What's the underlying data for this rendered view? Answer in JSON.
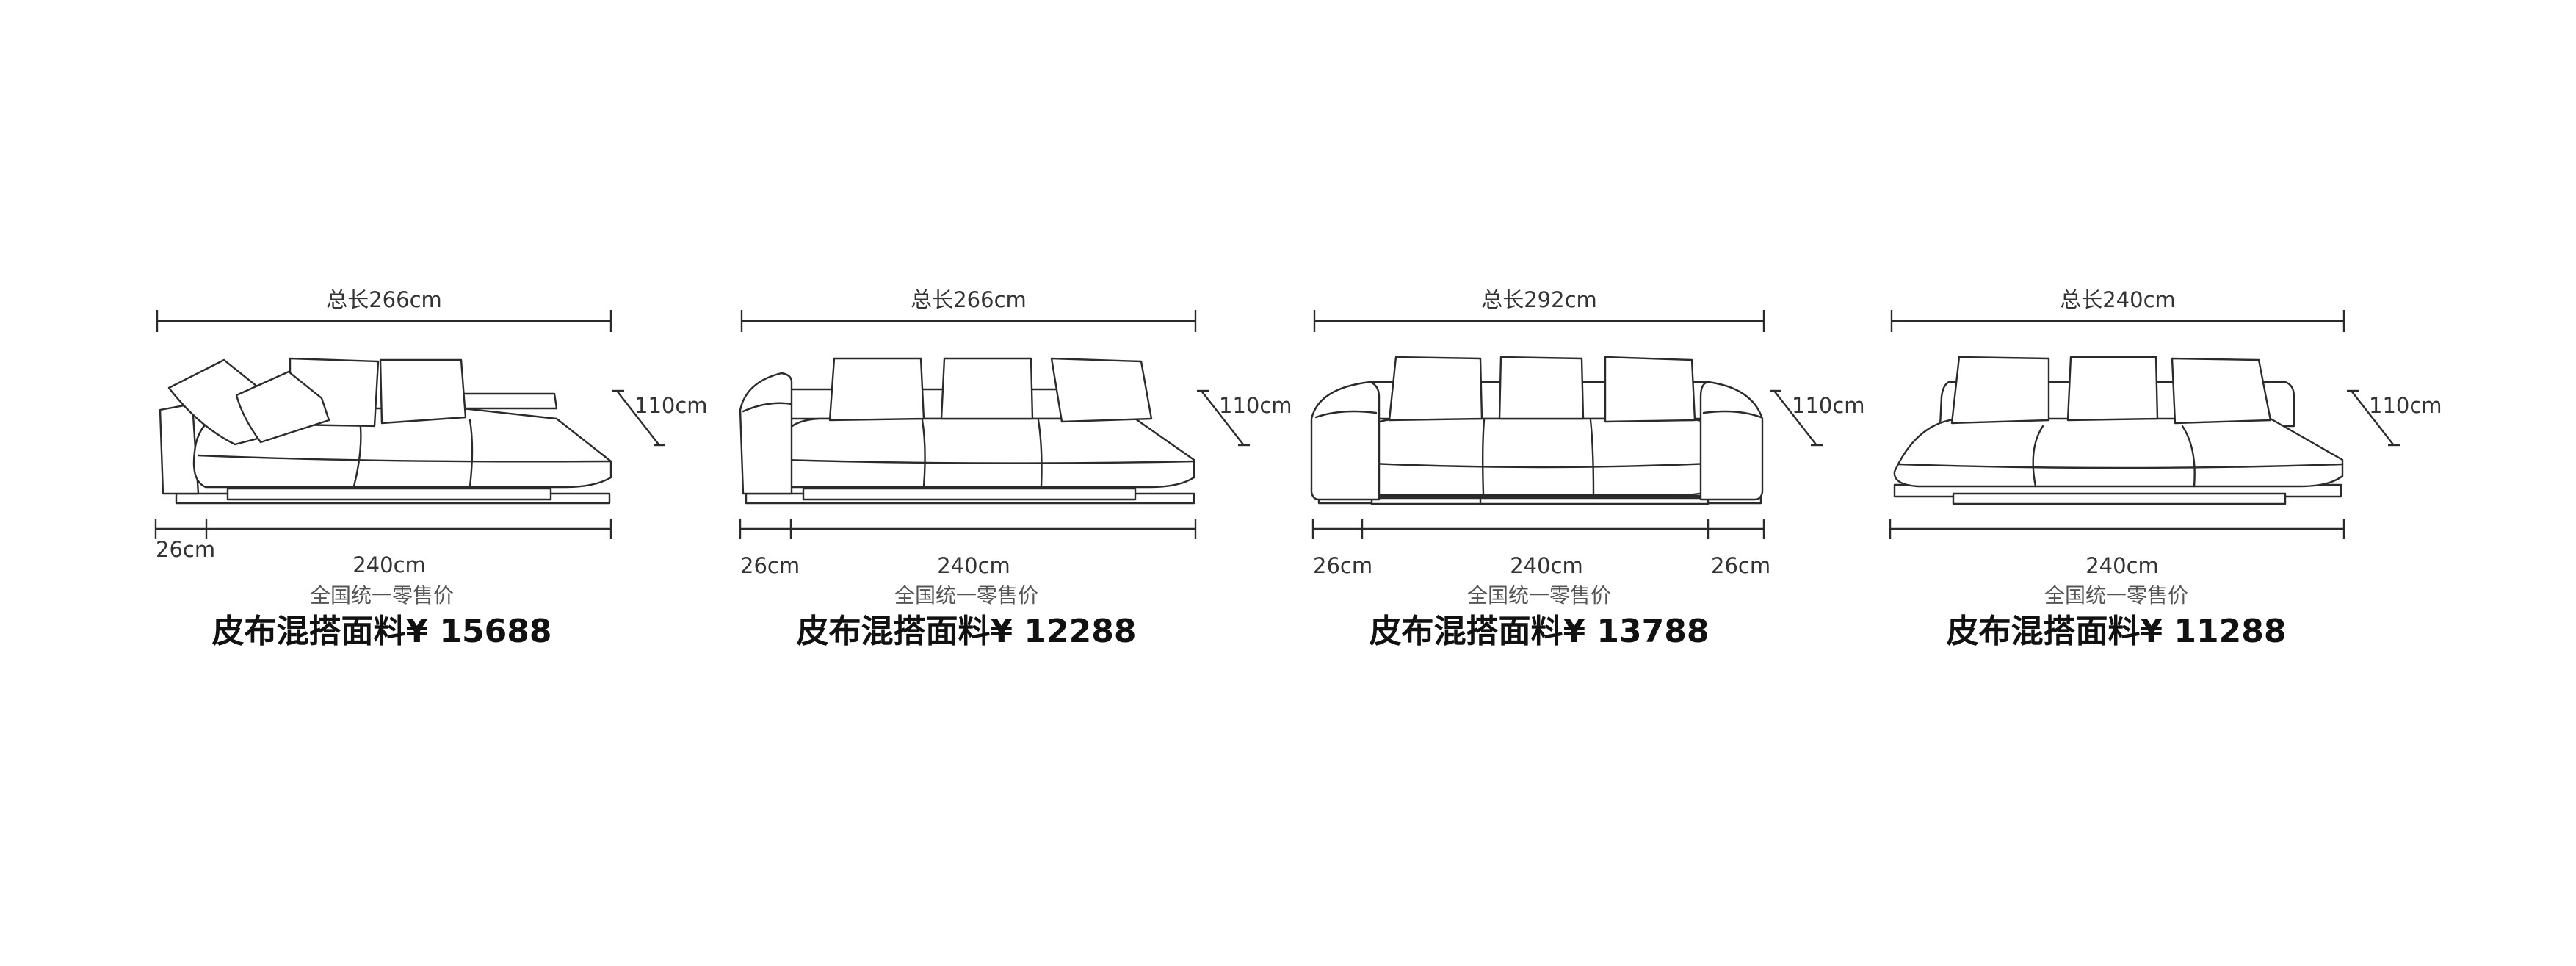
{
  "products": [
    {
      "total_length": "总长266cm",
      "height": "110cm",
      "seat_width": "240cm",
      "left_arm": "26cm",
      "right_arm": "",
      "price_note": "全国统一零售价",
      "price": "皮布混搭面料¥ 15688"
    },
    {
      "total_length": "总长266cm",
      "height": "110cm",
      "seat_width": "240cm",
      "left_arm": "26cm",
      "right_arm": "",
      "price_note": "全国统一零售价",
      "price": "皮布混搭面料¥ 12288"
    },
    {
      "total_length": "总长292cm",
      "height": "110cm",
      "seat_width": "240cm",
      "left_arm": "26cm",
      "right_arm": "26cm",
      "price_note": "全国统一零售价",
      "price": "皮布混搭面料¥ 13788"
    },
    {
      "total_length": "总长240cm",
      "height": "110cm",
      "seat_width": "240cm",
      "left_arm": "",
      "right_arm": "",
      "price_note": "全国统一零售价",
      "price": "皮布混搭面料¥ 11288"
    }
  ]
}
